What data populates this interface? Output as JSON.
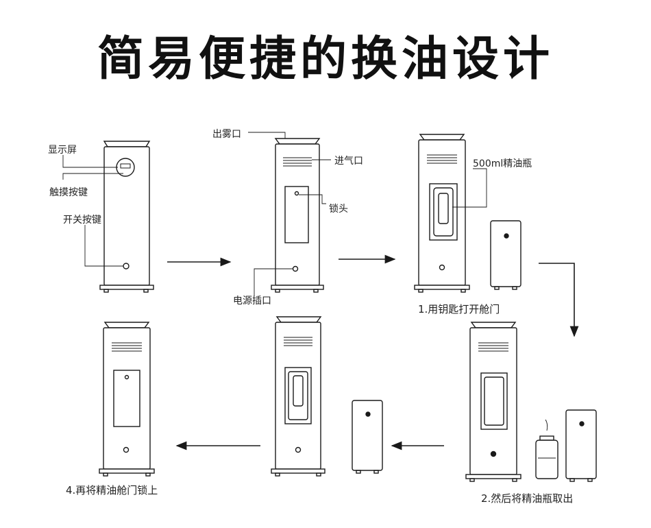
{
  "title": "简易便捷的换油设计",
  "labels": {
    "display_screen": "显示屏",
    "touch_button": "触摸按键",
    "power_switch": "开关按键",
    "mist_outlet": "出雾口",
    "air_inlet": "进气口",
    "lock": "锁头",
    "power_socket": "电源插口",
    "oil_bottle": "500ml精油瓶"
  },
  "steps": {
    "step1": "1.用钥匙打开舱门",
    "step2": "2.然后将精油瓶取出",
    "step4": "4.再将精油舱门锁上"
  },
  "colors": {
    "line": "#1a1a1a",
    "fill": "#ffffff"
  }
}
